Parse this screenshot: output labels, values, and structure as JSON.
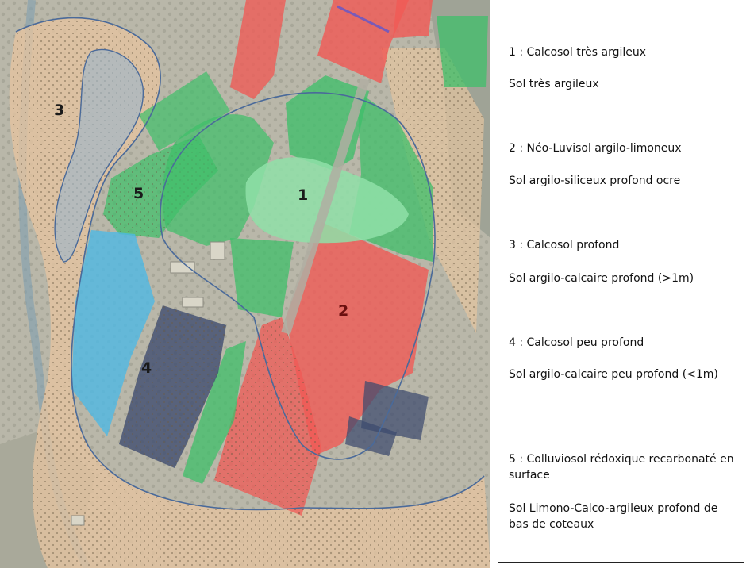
{
  "map": {
    "zone_labels": [
      {
        "number": "1",
        "color": "#1a1a1a"
      },
      {
        "number": "2",
        "color": "#6b0f0f"
      },
      {
        "number": "3",
        "color": "#1a1a1a"
      },
      {
        "number": "4",
        "color": "#1a1a1a"
      },
      {
        "number": "5",
        "color": "#1a1a1a"
      }
    ],
    "colors": {
      "zone1_green": "#3fbf6a",
      "zone1_light": "#8fe0a8",
      "zone2_red": "#f05a55",
      "zone3_tan": "#e6c4a0",
      "zone4_navy": "#3c4a6e",
      "zone4_blue": "#4cb8e6",
      "boundary": "#4a6a9a"
    }
  },
  "legend": {
    "items": [
      {
        "title": "1 : Calcosol très argileux",
        "description": "Sol très argileux"
      },
      {
        "title": "2 : Néo-Luvisol argilo-limoneux",
        "description": "Sol argilo-siliceux profond ocre"
      },
      {
        "title": "3 : Calcosol profond",
        "description": "Sol argilo-calcaire profond (>1m)"
      },
      {
        "title": "4 : Calcosol peu profond",
        "description": "Sol argilo-calcaire peu profond (<1m)"
      },
      {
        "title": "5 : Colluviosol rédoxique recarbonaté en surface",
        "description": "Sol Limono-Calco-argileux profond de bas de coteaux"
      }
    ]
  }
}
